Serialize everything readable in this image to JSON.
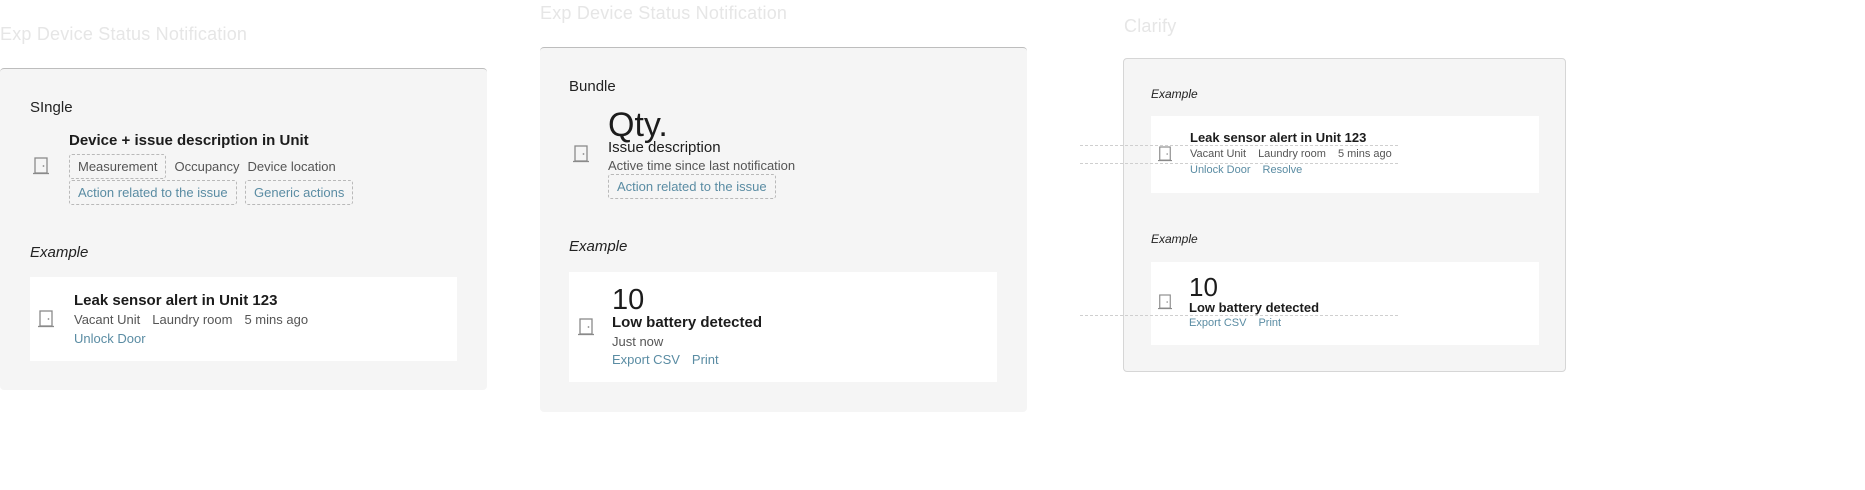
{
  "headings": {
    "left": "Exp Device Status Notification",
    "middle": "Exp Device Status Notification",
    "right": "Clarify"
  },
  "single": {
    "label": "SIngle",
    "template": {
      "title": "Device + issue description in Unit",
      "chips": [
        "Measurement"
      ],
      "meta": [
        "Occupancy",
        "Device location"
      ],
      "actions": [
        "Action related to the issue",
        "Generic actions"
      ]
    },
    "example_label": "Example",
    "example": {
      "title": "Leak sensor alert in Unit 123",
      "meta": [
        "Vacant Unit",
        "Laundry room",
        "5 mins ago"
      ],
      "actions": [
        "Unlock Door"
      ]
    }
  },
  "bundle": {
    "label": "Bundle",
    "template": {
      "qty": "Qty.",
      "title": "Issue description",
      "subtitle": "Active time since last notification",
      "action": "Action related to the issue"
    },
    "example_label": "Example",
    "example": {
      "qty": "10",
      "title": "Low battery detected",
      "subtitle": "Just now",
      "actions": [
        "Export CSV",
        "Print"
      ]
    }
  },
  "clarify": {
    "example_label_1": "Example",
    "card1": {
      "title": "Leak sensor alert in Unit 123",
      "meta": [
        "Vacant Unit",
        "Laundry room",
        "5 mins ago"
      ],
      "actions": [
        "Unlock Door",
        "Resolve"
      ]
    },
    "example_label_2": "Example",
    "card2": {
      "qty": "10",
      "title": "Low battery detected",
      "actions": [
        "Export CSV",
        "Print"
      ]
    }
  },
  "icons": {
    "device": "door-icon"
  },
  "colors": {
    "panel": "#f5f5f5",
    "link": "#5a8ca3",
    "heading": "#e6e6e6"
  }
}
